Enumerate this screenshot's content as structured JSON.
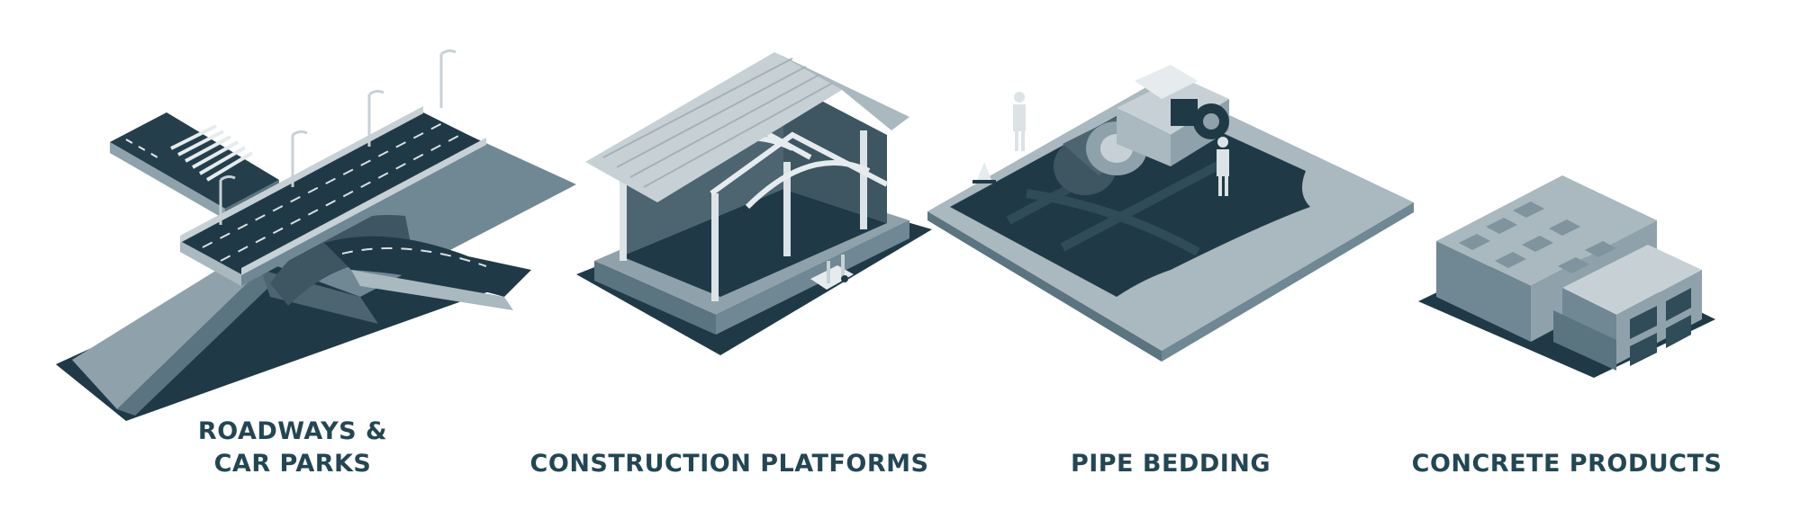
{
  "palette": {
    "dark": "#1f3a46",
    "mid": "#5a7480",
    "light": "#aab8bf",
    "pale": "#d9e0e3",
    "caption": "#234654"
  },
  "panels": [
    {
      "id": "roadways",
      "icon": "bridge-roadway-icon",
      "lines": [
        "ROADWAYS &",
        "CAR PARKS"
      ]
    },
    {
      "id": "construction",
      "icon": "building-frame-icon",
      "lines": [
        "CONSTRUCTION PLATFORMS"
      ]
    },
    {
      "id": "pipe",
      "icon": "road-roller-icon",
      "lines": [
        "PIPE BEDDING"
      ]
    },
    {
      "id": "concrete",
      "icon": "concrete-blocks-icon",
      "lines": [
        "CONCRETE PRODUCTS"
      ]
    }
  ]
}
